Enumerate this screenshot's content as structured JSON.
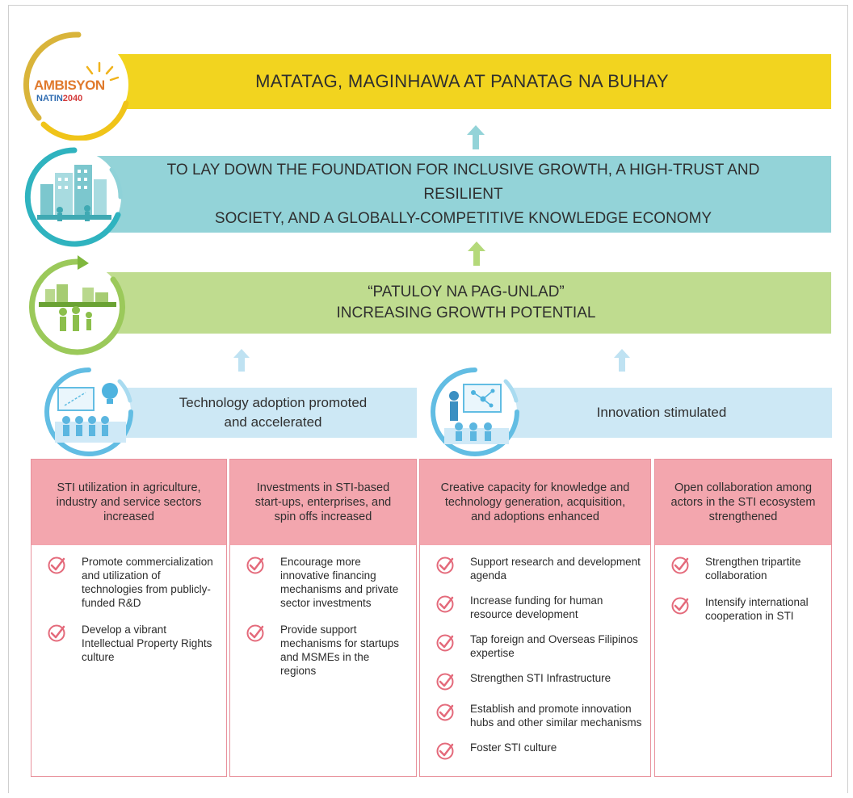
{
  "logo": {
    "word": "AMBISYON",
    "sub": "NATIN",
    "year": "2040"
  },
  "vision": "MATATAG, MAGINHAWA AT PANATAG NA BUHAY",
  "foundation": {
    "line1": "TO LAY DOWN THE FOUNDATION FOR INCLUSIVE GROWTH, A HIGH-TRUST AND RESILIENT",
    "line2": "SOCIETY, AND A GLOBALLY-COMPETITIVE KNOWLEDGE ECONOMY"
  },
  "growth": {
    "line1": "“PATULOY NA PAG-UNLAD”",
    "line2": "INCREASING GROWTH POTENTIAL"
  },
  "outcomes": {
    "left_line1": "Technology adoption promoted",
    "left_line2": "and accelerated",
    "right": "Innovation stimulated"
  },
  "columns": [
    {
      "heading": "STI utilization in agriculture, industry and service sectors increased",
      "items": [
        "Promote commercialization and utilization of technologies from publicly-funded R&D",
        "Develop a vibrant Intellectual Property Rights culture"
      ]
    },
    {
      "heading": "Investments in STI-based start-ups, enterprises, and spin offs increased",
      "items": [
        "Encourage more innovative financing mechanisms and private sector investments",
        "Provide support mechanisms for startups and MSMEs in the regions"
      ]
    },
    {
      "heading": "Creative capacity for knowledge and technology generation, acquisition, and adoptions enhanced",
      "items": [
        "Support research and development agenda",
        "Increase funding for human resource development",
        "Tap foreign and Overseas Filipinos expertise",
        "Strengthen STI Infrastructure",
        "Establish and promote innovation hubs and other similar mechanisms",
        "Foster STI culture"
      ]
    },
    {
      "heading": "Open collaboration among actors in the STI ecosystem strengthened",
      "items": [
        "Strengthen tripartite collaboration",
        "Intensify international cooperation in STI"
      ]
    }
  ],
  "colors": {
    "yellow": "#f2d41f",
    "teal": "#93d3d8",
    "green": "#bfdc8f",
    "light_blue": "#cde8f5",
    "pink": "#f3a6ae",
    "check": "#e46a7b"
  }
}
